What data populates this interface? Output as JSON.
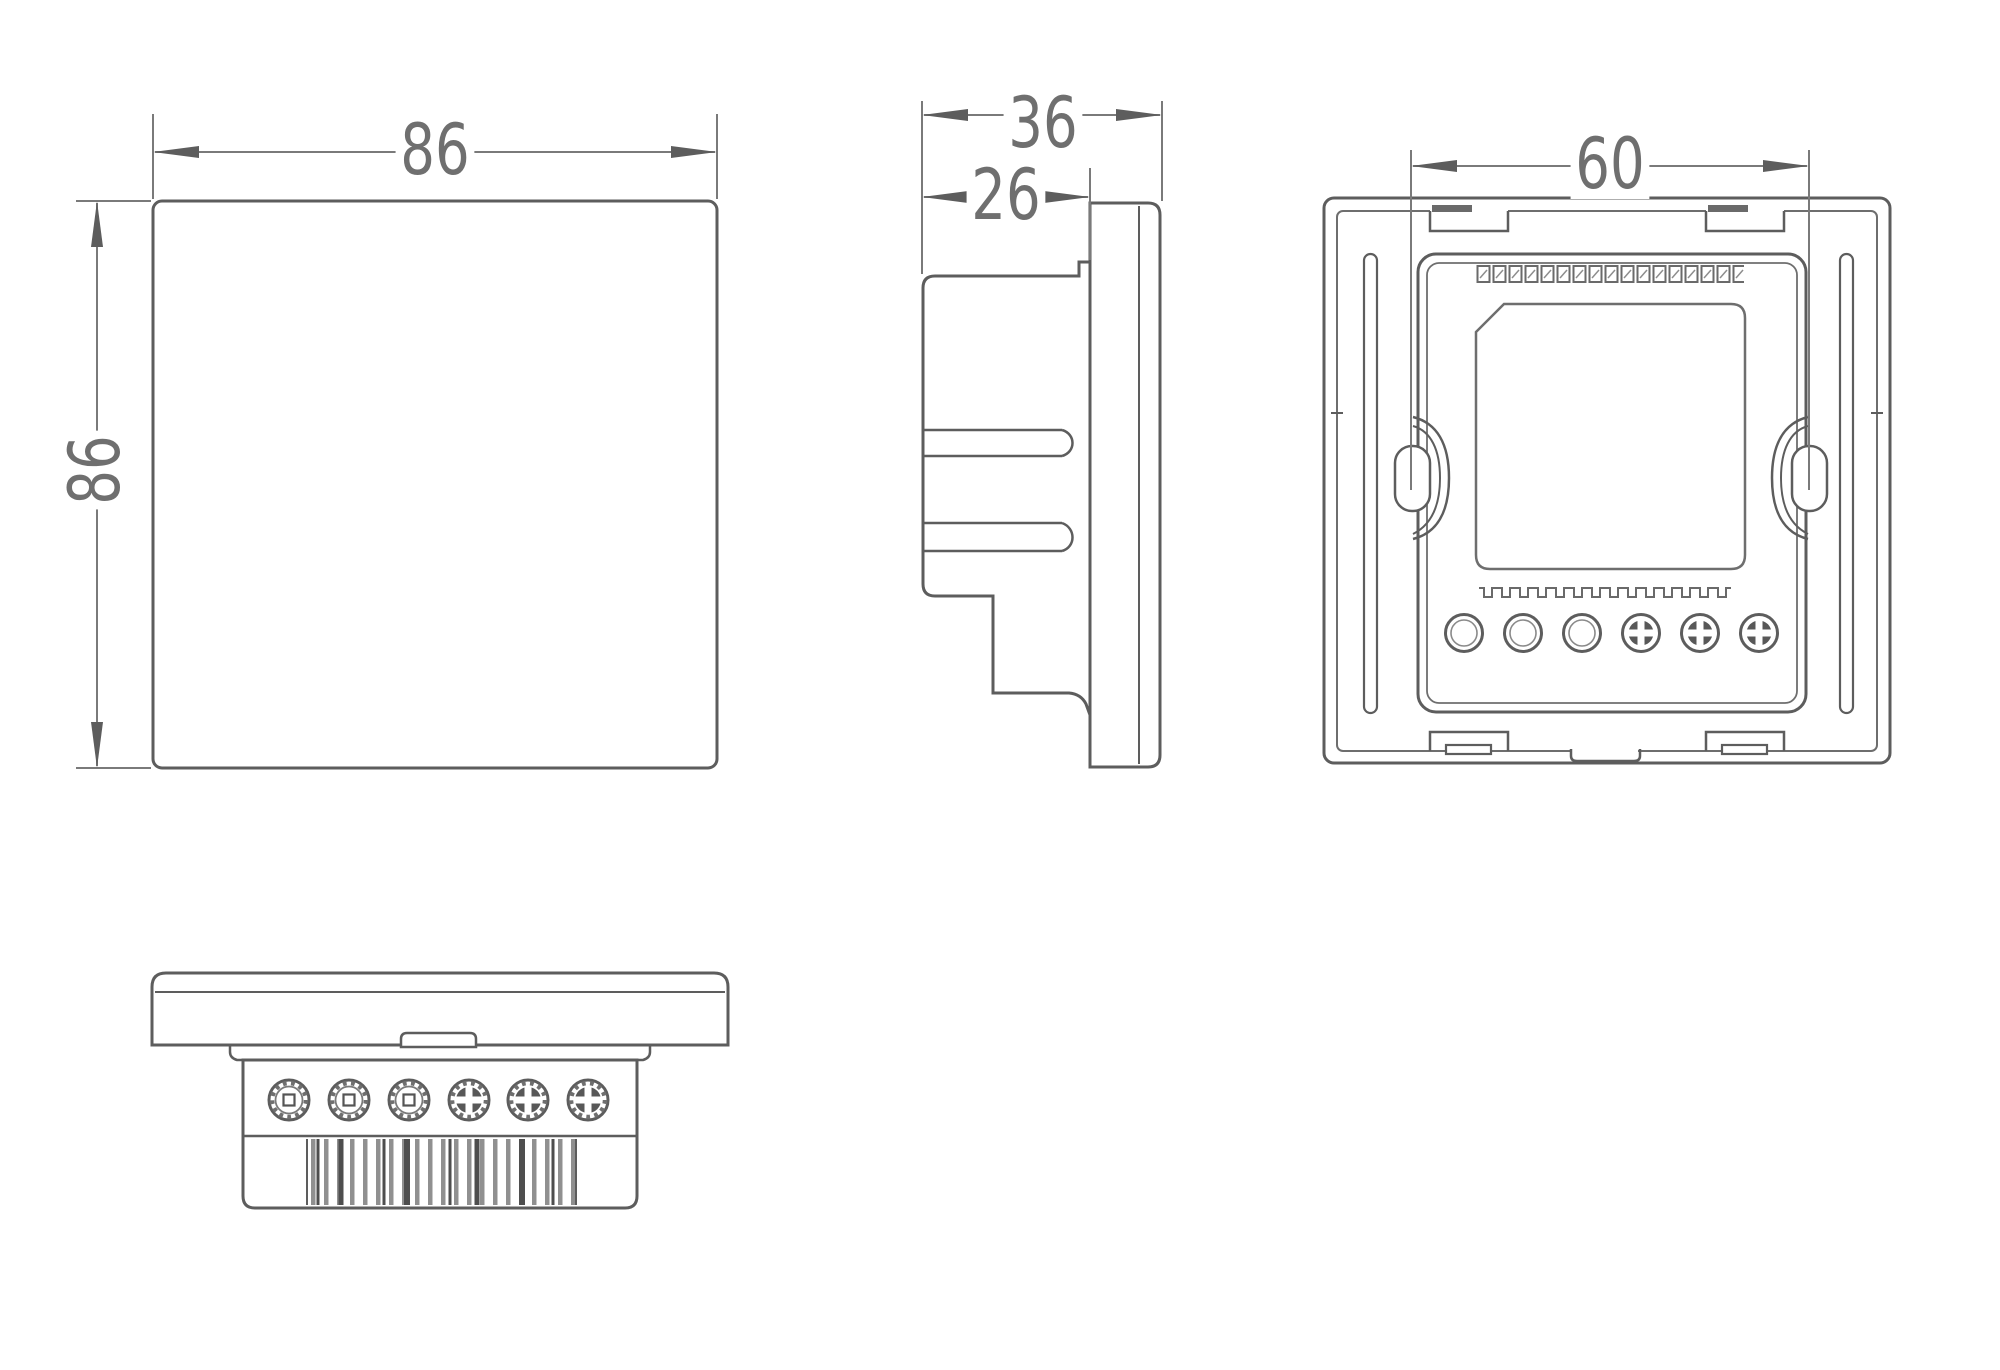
{
  "drawing": {
    "type": "technical-dimension-drawing",
    "views": {
      "front": {
        "name": "front-view",
        "width_dim": {
          "label": "86"
        },
        "height_dim": {
          "label": "86"
        }
      },
      "side": {
        "name": "side-view",
        "total_depth_dim": {
          "label": "36"
        },
        "box_depth_dim": {
          "label": "26"
        }
      },
      "back": {
        "name": "back-view",
        "mounting_hole_spacing_dim": {
          "label": "60"
        }
      },
      "bottom": {
        "name": "bottom-view"
      }
    },
    "colors": {
      "background": "#ffffff",
      "line": "#5d5d5d",
      "secondary_line": "#6e6e6e",
      "dim_line": "#7a7a7a",
      "text": "#6f6f6f"
    }
  }
}
